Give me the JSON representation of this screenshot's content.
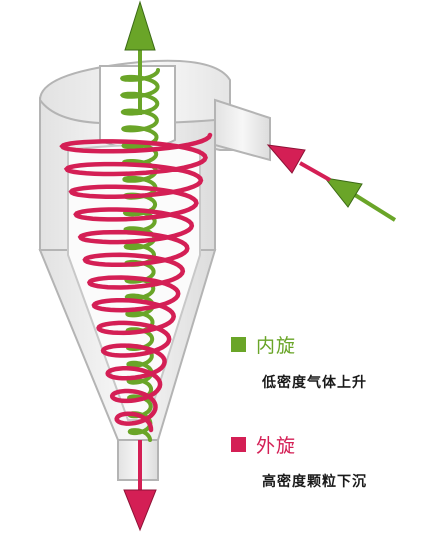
{
  "legend": {
    "inner": {
      "title": "内旋",
      "description": "低密度气体上升",
      "color": "#6aa528"
    },
    "outer": {
      "title": "外旋",
      "description": "高密度颗粒下沉",
      "color": "#d41f55"
    }
  },
  "colors": {
    "body_fill": "#f1f1f1",
    "body_stroke": "#b4b4b4",
    "inner_arrow": "#6aa528",
    "outer_arrow": "#d41f55"
  },
  "icons": [
    "up-arrow-icon",
    "down-arrow-icon",
    "inlet-arrow-icon"
  ]
}
